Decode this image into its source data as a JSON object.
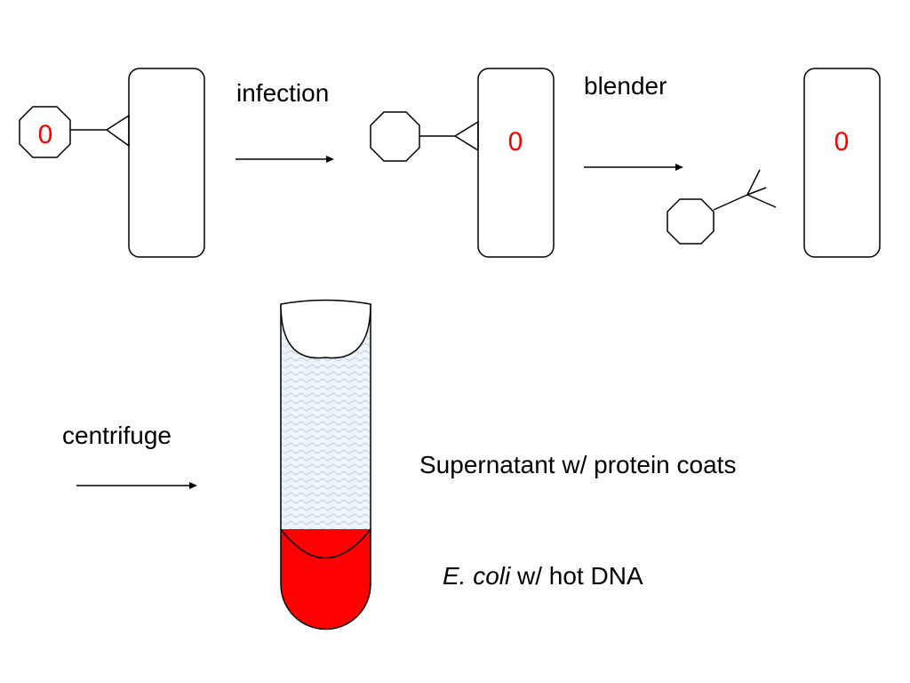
{
  "colors": {
    "line": "#000000",
    "dna": "#ff0000",
    "pellet": "#ff0000",
    "supernatant": "#dde9f3",
    "background": "#ffffff"
  },
  "steps": [
    {
      "label": "infection"
    },
    {
      "label": "blender"
    },
    {
      "label": "centrifuge"
    }
  ],
  "dna_marker": "0",
  "tube": {
    "supernatant_label": "Supernatant w/ protein coats",
    "pellet_label_italic": "E. coli",
    "pellet_label_rest": " w/ hot DNA"
  }
}
